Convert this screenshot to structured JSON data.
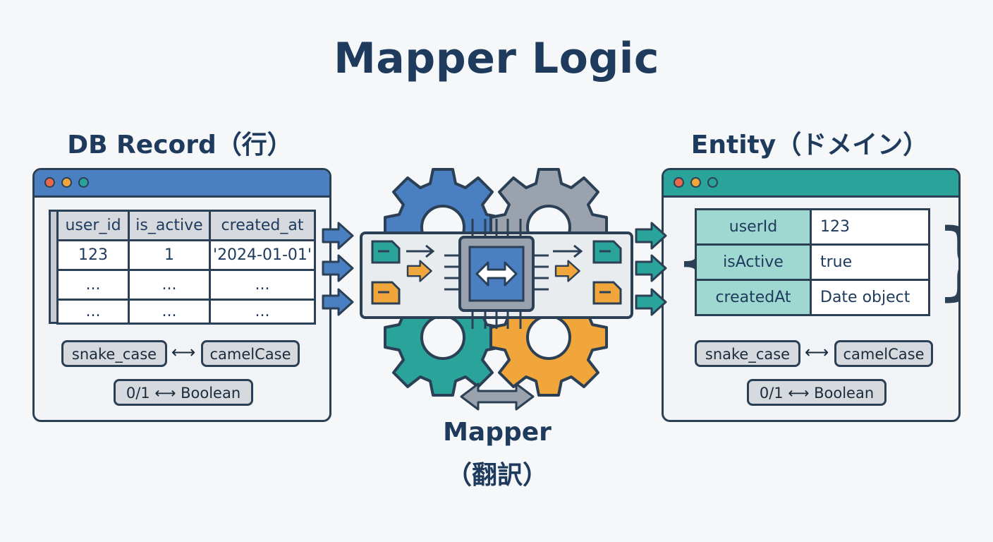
{
  "title": "Mapper Logic",
  "left": {
    "heading": "DB Record（行）",
    "columns": [
      "user_id",
      "is_active",
      "created_at"
    ],
    "rows": [
      [
        "123",
        "1",
        "'2024-01-01'"
      ],
      [
        "...",
        "...",
        "..."
      ],
      [
        "...",
        "...",
        "..."
      ]
    ],
    "chip_a": "snake_case",
    "chip_b": "camelCase",
    "chip_c": "0/1 ⟷ Boolean",
    "swap": "⟷",
    "accent": "#4a7fc1"
  },
  "right": {
    "heading": "Entity（ドメイン）",
    "fields": [
      {
        "key": "userId",
        "value": "123"
      },
      {
        "key": "isActive",
        "value": "true"
      },
      {
        "key": "createdAt",
        "value": "Date object"
      }
    ],
    "chip_a": "snake_case",
    "chip_b": "camelCase",
    "chip_c": "0/1 ⟷ Boolean",
    "swap": "⟷",
    "accent": "#2aa39b"
  },
  "mapper": {
    "label_line1": "Mapper",
    "label_line2": "（翻訳）"
  }
}
